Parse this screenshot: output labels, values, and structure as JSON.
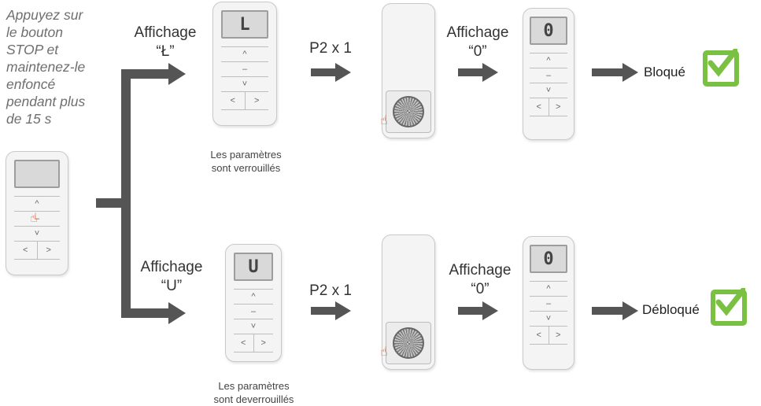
{
  "instruction": "Appuyez sur\nle bouton\nSTOP et\nmaintenez-le\nenfoncé\npendant plus\nde 15 s",
  "rows": [
    {
      "display_label": "Affichage\n“Ł”",
      "display_char": "L",
      "caption": "Les paramètres\nsont verrouillés",
      "step": "P2 x 1",
      "display2_label": "Affichage\n“0”",
      "display2_char": "0",
      "result": "Bloqué"
    },
    {
      "display_label": "Affichage\n“U”",
      "display_char": "U",
      "caption": "Les paramètres\nsont deverrouillés",
      "step": "P2 x 1",
      "display2_label": "Affichage\n“0”",
      "display2_char": "0",
      "result": "Débloqué"
    }
  ],
  "remote_keys": [
    "^",
    "–",
    "˅"
  ],
  "remote_row": [
    "<",
    ">"
  ],
  "colors": {
    "arrow": "#555555",
    "check": "#7ac143",
    "hand": "#e2582c"
  }
}
